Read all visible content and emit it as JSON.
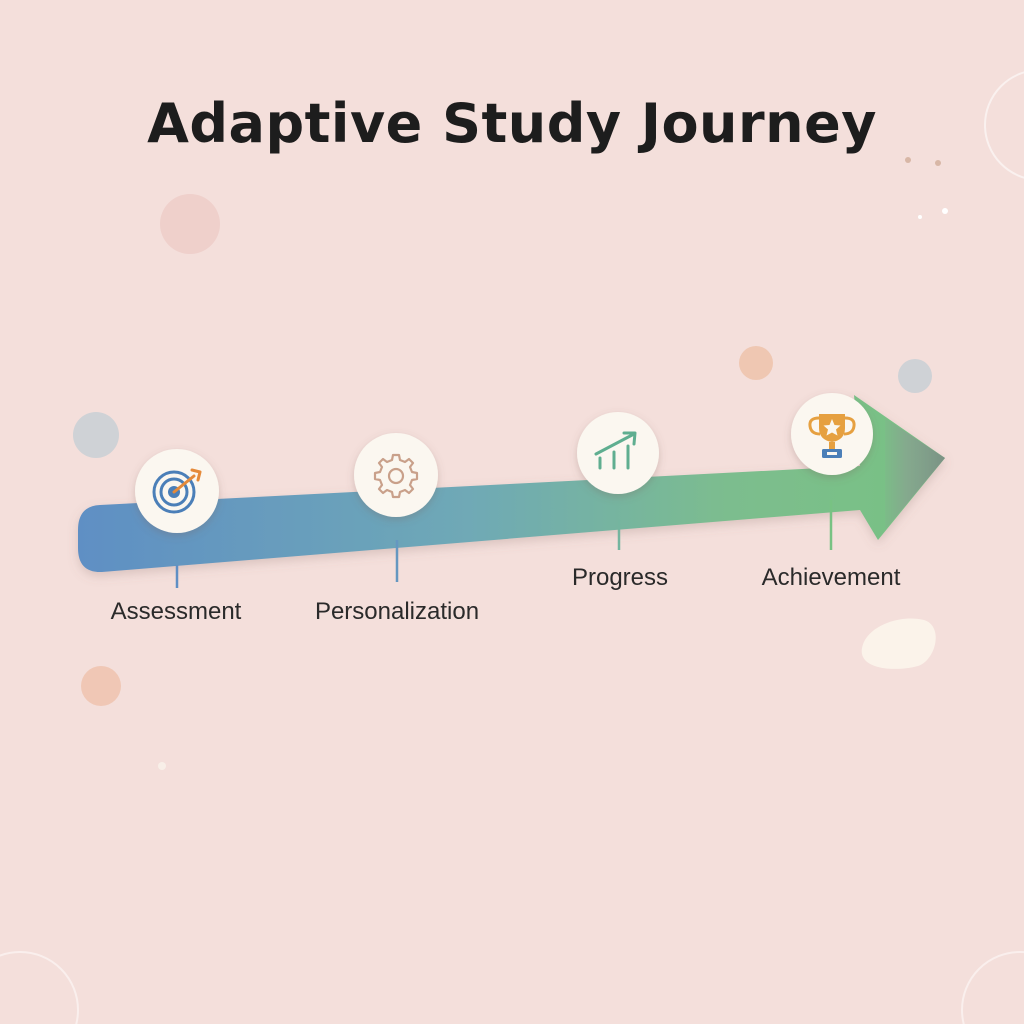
{
  "title": "Adaptive Study Journey",
  "colors": {
    "background": "#f4dfdb",
    "arrow_start": "#5f8fc4",
    "arrow_end": "#78c283",
    "node_fill": "#fbf7f0",
    "target_icon": "#4b7fb8",
    "target_dart": "#e58a3a",
    "gear_icon": "#c9a08a",
    "progress_icon": "#5fae90",
    "trophy_icon": "#e6a040"
  },
  "stages": [
    {
      "label": "Assessment",
      "icon": "target-icon"
    },
    {
      "label": "Personalization",
      "icon": "gear-icon"
    },
    {
      "label": "Progress",
      "icon": "chart-up-icon"
    },
    {
      "label": "Achievement",
      "icon": "trophy-icon"
    }
  ]
}
